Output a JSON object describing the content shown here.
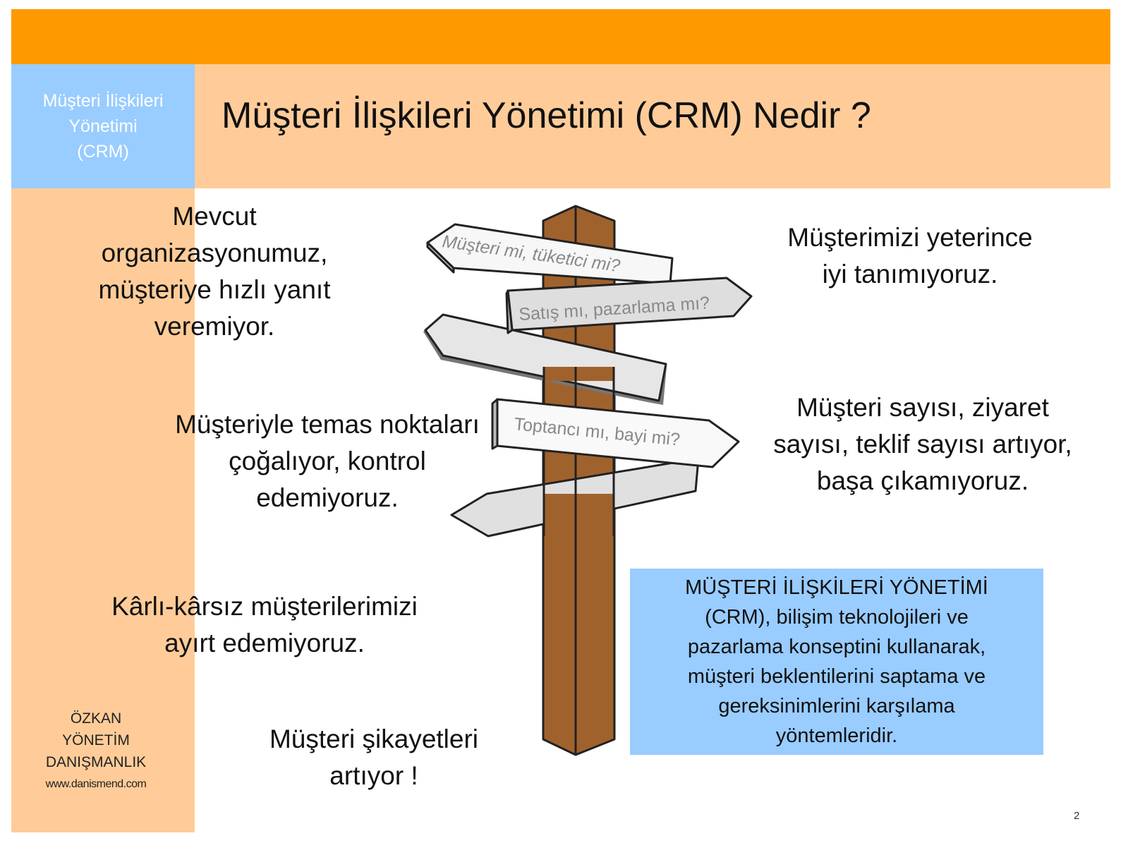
{
  "colors": {
    "top_bar": "#ff9900",
    "header_bg": "#ffcc99",
    "side_label_bg": "#99ccff",
    "left_column_bg": "#ffcc99",
    "definition_box_bg": "#99ccff",
    "post_wood": "#a0622d",
    "sign_light": "#f7f7f7",
    "sign_gray": "#dddddd"
  },
  "header": {
    "side_label": [
      "Müşteri İlişkileri",
      "Yönetimi",
      "(CRM)"
    ],
    "title": "Müşteri İlişkileri Yönetimi (CRM) Nedir ?"
  },
  "left_statements": [
    {
      "lines": [
        "Mevcut",
        "organizasyonumuz,",
        "müşteriye hızlı yanıt",
        "veremiyor."
      ]
    },
    {
      "lines": [
        "Müşteriyle temas noktaları",
        "çoğalıyor, kontrol",
        "edemiyoruz."
      ]
    },
    {
      "lines": [
        "Kârlı-kârsız müşterilerimizi",
        "ayırt edemiyoruz."
      ]
    },
    {
      "lines": [
        "Müşteri şikayetleri",
        "artıyor !"
      ]
    }
  ],
  "right_statements": [
    {
      "lines": [
        "Müşterimizi  yeterince",
        "iyi tanımıyoruz."
      ]
    },
    {
      "lines": [
        "Müşteri sayısı, ziyaret",
        "sayısı, teklif sayısı artıyor,",
        "başa çıkamıyoruz."
      ]
    }
  ],
  "signpost": {
    "icon": "signpost-icon",
    "signs": [
      "Müşteri mi, tüketici mi?",
      "Satış mı, pazarlama mı?",
      "",
      "Toptancı mı, bayi mi?",
      ""
    ]
  },
  "definition": {
    "lines": [
      "MÜŞTERİ İLİŞKİLERİ YÖNETİMİ",
      "(CRM), bilişim teknolojileri ve",
      "pazarlama konseptini kullanarak,",
      "müşteri beklentilerini saptama ve",
      "gereksinimlerini karşılama",
      "yöntemleridir."
    ]
  },
  "branding": {
    "lines": [
      "ÖZKAN",
      "YÖNETİM",
      "DANIŞMANLIK"
    ],
    "url": "www.danismend.com"
  },
  "footer": {
    "page_number": "2"
  }
}
